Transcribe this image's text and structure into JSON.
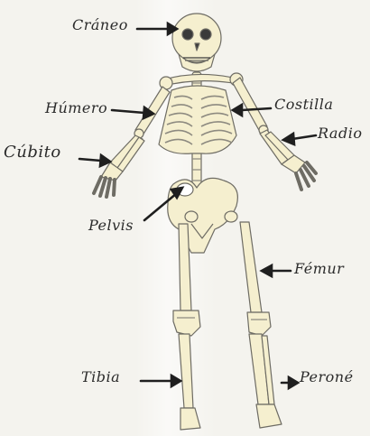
{
  "labels": {
    "craneo": "Cráneo",
    "humero": "Húmero",
    "cubito": "Cúbito",
    "pelvis": "Pelvis",
    "costilla": "Costilla",
    "radio": "Radio",
    "femur": "Fémur",
    "tibia": "Tibia",
    "perone": "Peroné"
  },
  "colors": {
    "bone": "#f5efcf",
    "outline": "#6e6c64",
    "arrow": "#1f1f1f",
    "paper": "#f4f3ee"
  }
}
